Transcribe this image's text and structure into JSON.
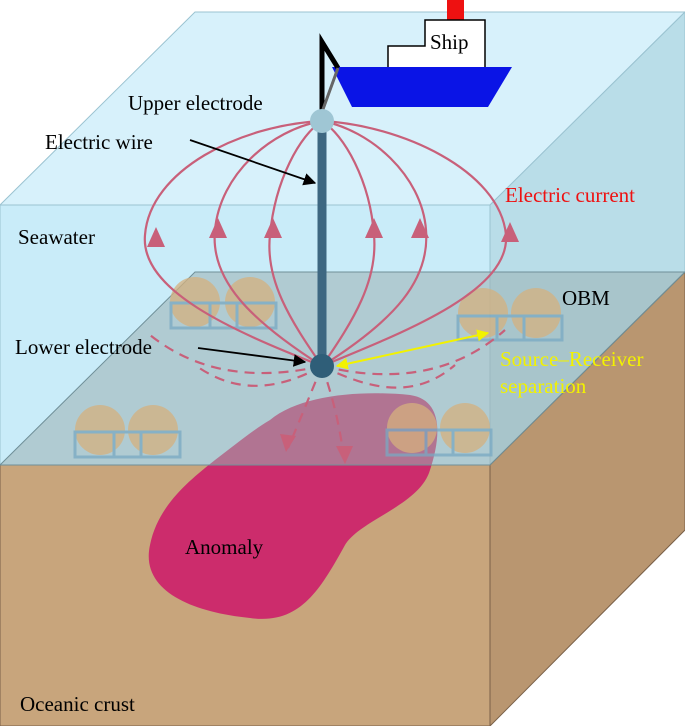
{
  "labels": {
    "ship": "Ship",
    "upper_electrode": "Upper electrode",
    "electric_wire": "Electric wire",
    "electric_current": "Electric current",
    "seawater": "Seawater",
    "obm": "OBM",
    "lower_electrode": "Lower electrode",
    "separation_line1": "Source–Receiver",
    "separation_line2": "separation",
    "anomaly": "Anomaly",
    "oceanic_crust": "Oceanic crust"
  },
  "colors": {
    "seawater": "#cdeefa",
    "crust": "#c8a57c",
    "anomaly": "#cc2c6c",
    "current_lines": "#c8607a",
    "ship_hull": "#0a14e6",
    "ship_mast": "#ee1111",
    "electrode": "#2f5e78",
    "obm_sphere": "#d5b17f",
    "obm_frame": "#79a9c3",
    "separation_arrow": "#f2f200",
    "electric_current_text": "#ee1111"
  }
}
